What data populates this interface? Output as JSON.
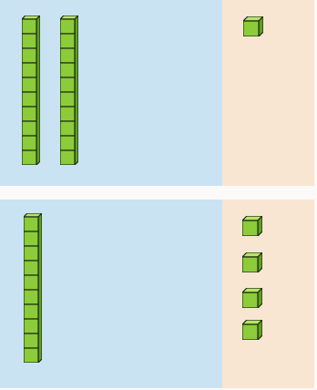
{
  "colors": {
    "tens_background": "#c9e3f3",
    "ones_background": "#f8e6d2",
    "block_face": "#8ccc3a",
    "block_top": "#b8e46a",
    "block_side": "#5fa01f",
    "block_outline": "#1d2a12"
  },
  "panels": [
    {
      "id": "top",
      "tens_rods": 2,
      "ones_cubes": 1
    },
    {
      "id": "bottom",
      "tens_rods": 1,
      "ones_cubes": 4
    }
  ],
  "icons": [
    "tens-rod-icon",
    "ones-cube-icon"
  ]
}
